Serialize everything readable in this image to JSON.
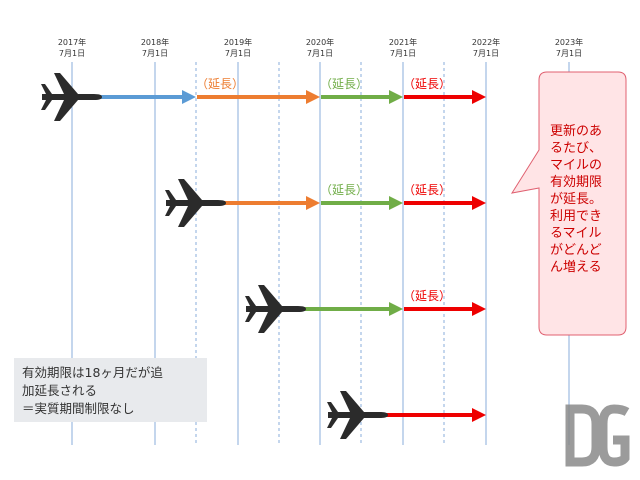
{
  "timeline": {
    "dates": [
      {
        "year": "2017年",
        "day": "7月1日"
      },
      {
        "year": "2018年",
        "day": "7月1日"
      },
      {
        "year": "2019年",
        "day": "7月1日"
      },
      {
        "year": "2020年",
        "day": "7月1日"
      },
      {
        "year": "2021年",
        "day": "7月1日"
      },
      {
        "year": "2022年",
        "day": "7月1日"
      },
      {
        "year": "2023年",
        "day": "7月1日"
      }
    ]
  },
  "extension_label": "（延長）",
  "callout": {
    "lines": [
      "更新のあ",
      "るたび、",
      "マイルの",
      "有効期限",
      "が延長。",
      "利用でき",
      "るマイル",
      "がどんど",
      "ん増える"
    ]
  },
  "note": {
    "lines": [
      "有効期限は18ヶ月だが追",
      "加延長される",
      "＝実質期間制限なし"
    ]
  },
  "colors": {
    "blue": "#5b9bd5",
    "orange": "#ed7d31",
    "green": "#70ad47",
    "red": "#ee0000",
    "callout_fill": "#ffe4e6",
    "callout_stroke": "#e06070",
    "plane": "#2b2b2b"
  },
  "icons": {
    "plane": "airplane-icon",
    "logo": "dg-logo"
  }
}
